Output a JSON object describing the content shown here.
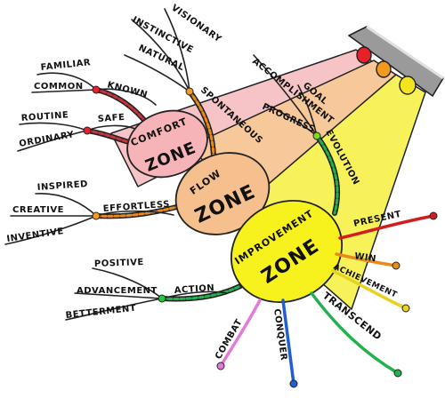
{
  "zones": {
    "comfort": {
      "top": "COMFORT",
      "main": "ZONE"
    },
    "flow": {
      "top": "FLOW",
      "main": "ZONE"
    },
    "improvement": {
      "top": "IMPROVEMENT",
      "main": "ZONE"
    }
  },
  "branches": {
    "known": {
      "label": "KNOWN",
      "children": [
        "FAMILIAR",
        "COMMON"
      ]
    },
    "safe": {
      "label": "SAFE",
      "children": [
        "ROUTINE",
        "ORDINARY"
      ]
    },
    "spontaneous": {
      "label": "SPONTANEOUS",
      "children": [
        "VISIONARY",
        "INSTINCTIVE",
        "NATURAL"
      ]
    },
    "effortless": {
      "label": "EFFORTLESS",
      "children": [
        "INSPIRED",
        "CREATIVE",
        "INVENTIVE"
      ]
    },
    "evolution": {
      "label": "EVOLUTION"
    },
    "goal": {
      "label": "GOAL",
      "children": [
        "ACCOMPLISHMENT",
        "PROGRESS"
      ]
    },
    "action": {
      "label": "ACTION",
      "children": [
        "POSITIVE",
        "ADVANCEMENT",
        "BETTERMENT"
      ]
    },
    "outcomes": [
      "PRESENT",
      "WIN",
      "ACHIEVEMENT",
      "TRANSCEND",
      "CONQUER",
      "COMBAT"
    ]
  },
  "colors": {
    "comfort_zone": "#f6b4b8",
    "flow_zone": "#f5c08e",
    "improvement_zone": "#f7f21e",
    "light_red": "#e8202a",
    "light_orange": "#f29a1e",
    "light_yellow": "#f2e51e",
    "present_branch": "#d01e1e",
    "win_branch": "#e88a1a",
    "achievement_branch": "#e8d21e",
    "transcend_branch": "#22b14c",
    "conquer_branch": "#1f5fd0",
    "combat_branch": "#e27bd8"
  },
  "icons": [
    "lamp-fixture-icon"
  ]
}
